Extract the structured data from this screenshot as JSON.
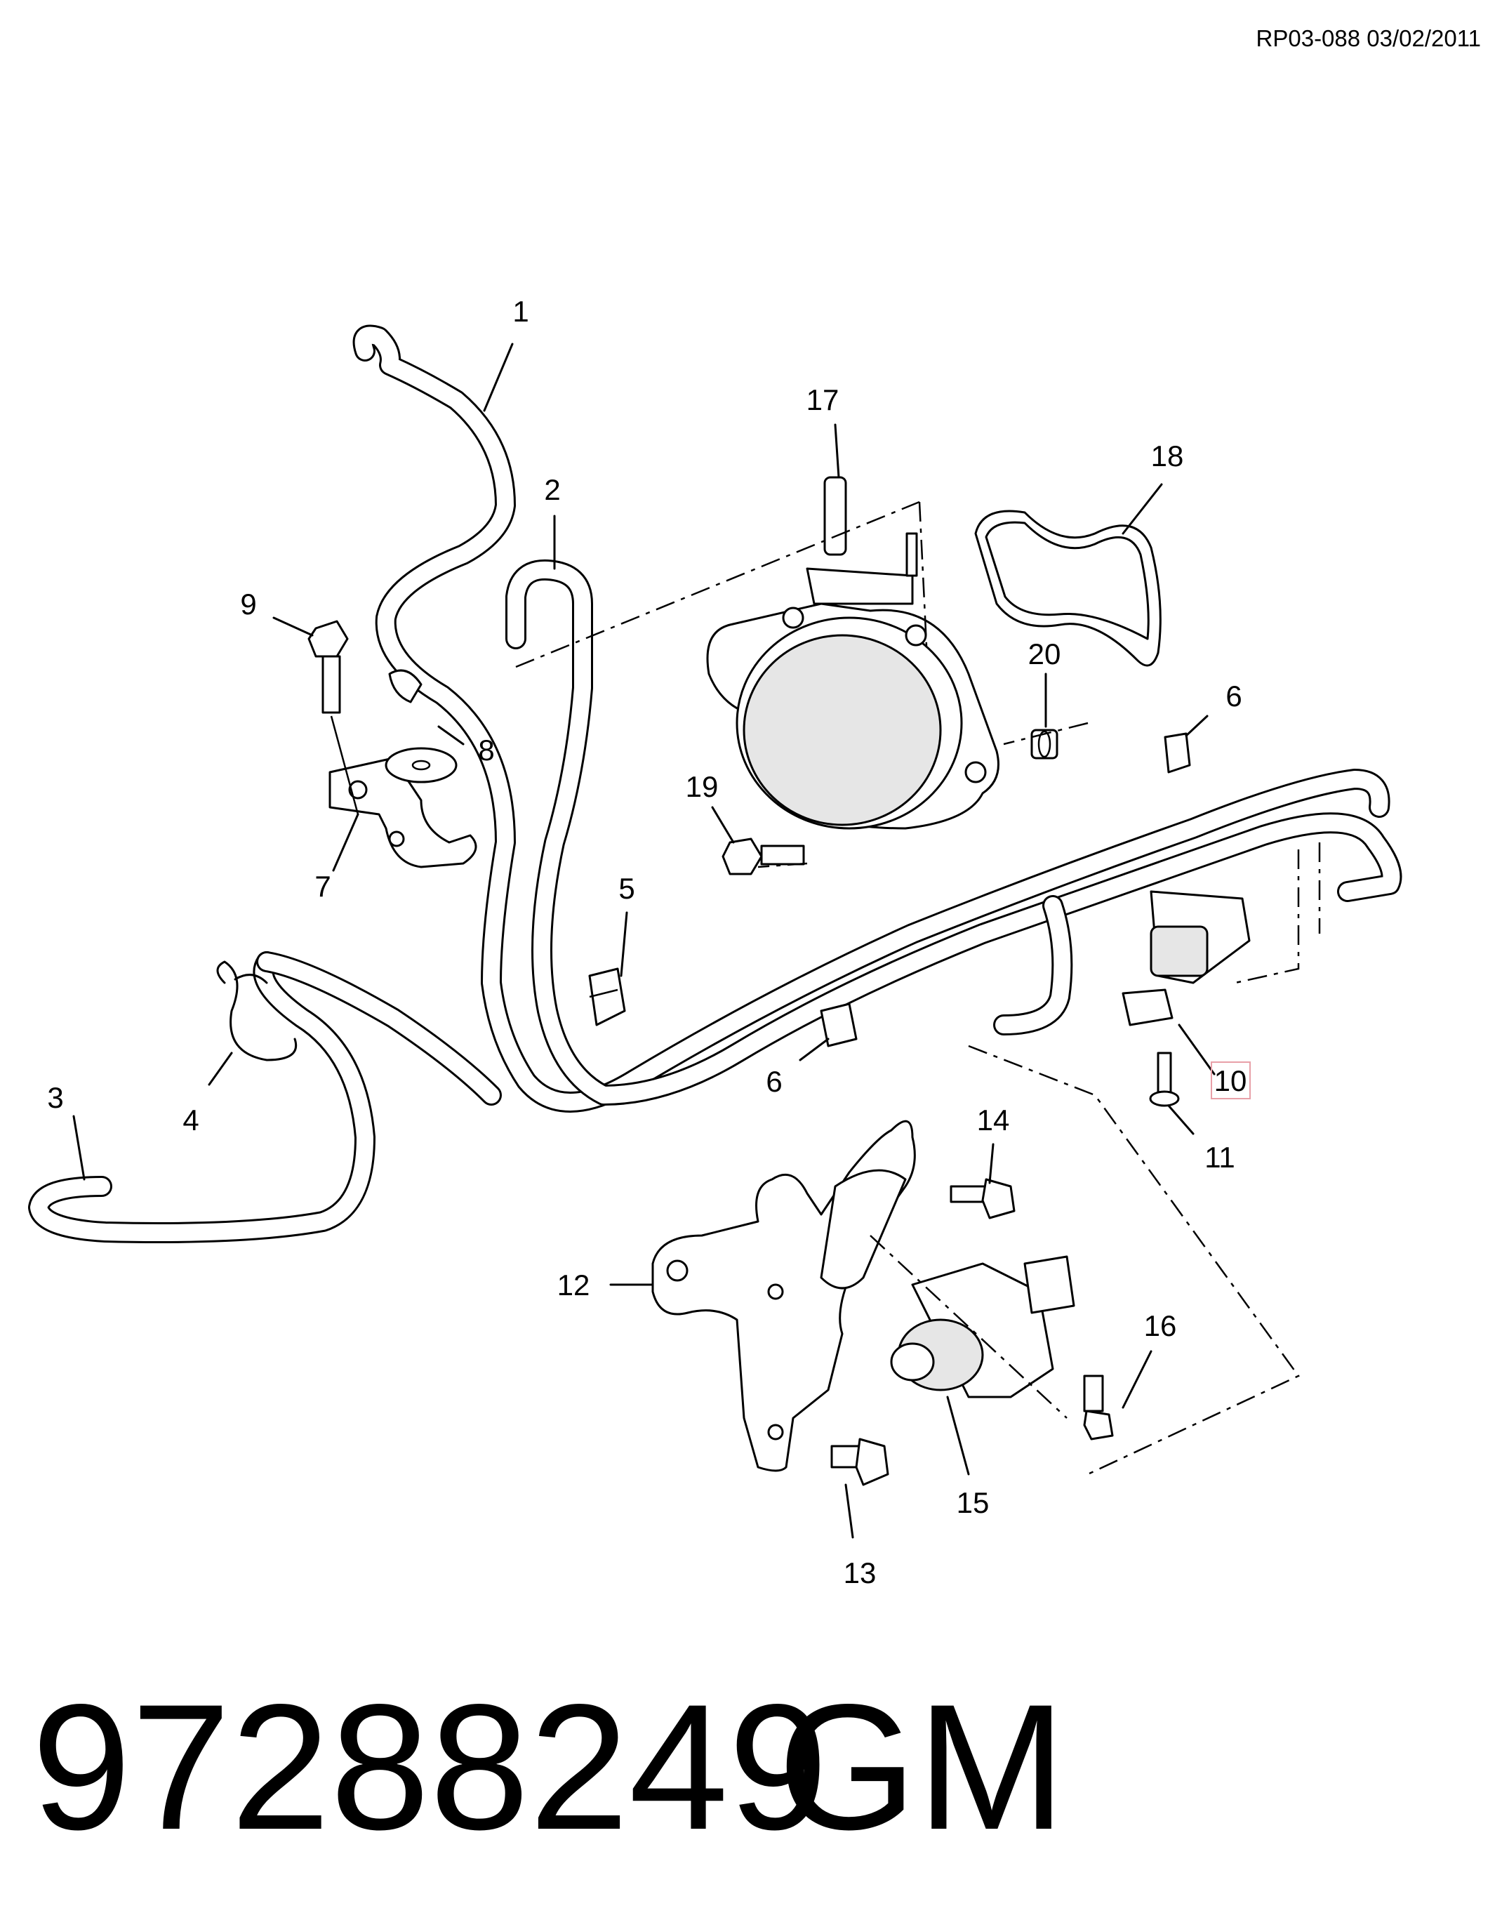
{
  "header": {
    "ref": "RP03-088 03/02/2011"
  },
  "footer": {
    "part_number": "97288249",
    "brand": "GM"
  },
  "highlight_color": "#e8a0a8",
  "callouts": {
    "c1": "1",
    "c2": "2",
    "c3": "3",
    "c4": "4",
    "c5": "5",
    "c6a": "6",
    "c6b": "6",
    "c7": "7",
    "c8": "8",
    "c9": "9",
    "c10": "10",
    "c11": "11",
    "c12": "12",
    "c13": "13",
    "c14": "14",
    "c15": "15",
    "c16": "16",
    "c17": "17",
    "c18": "18",
    "c19": "19",
    "c20": "20"
  }
}
